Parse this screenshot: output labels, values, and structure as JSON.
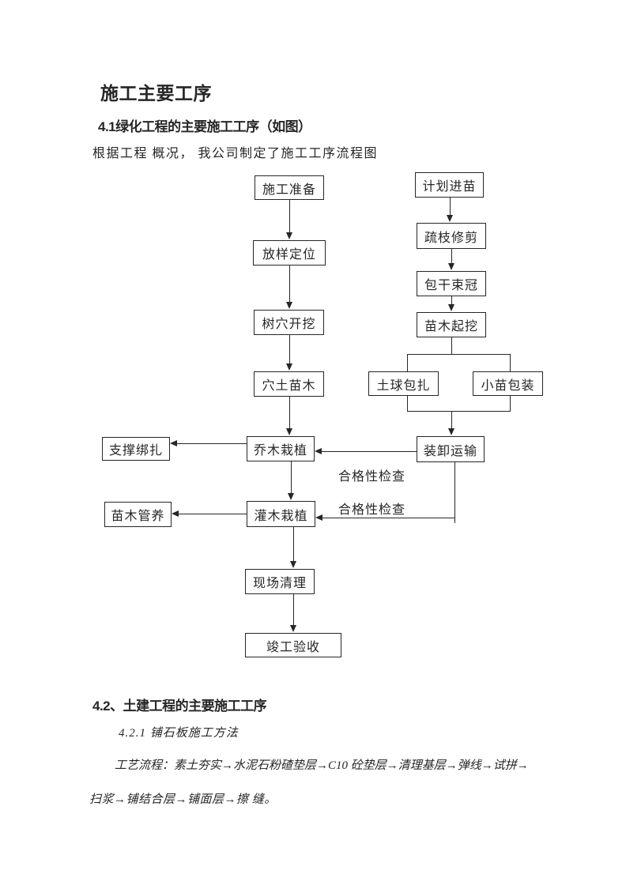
{
  "document": {
    "title": "施工主要工序",
    "section_41": {
      "heading": "4.1绿化工程的主要施工工序（如图）",
      "intro": "根据工程 概况， 我公司制定了施工工序流程图"
    },
    "section_42": {
      "heading": "4.2、土建工程的主要施工工序",
      "subheading": "4.2.1 铺石板施工方法",
      "process_line1": "工艺流程：素土夯实→水泥石粉碴垫层→C10 砼垫层→清理基层→弹线→试拼→",
      "process_line2": "扫浆→铺结合层→铺面层→擦 缝。"
    }
  },
  "flowchart": {
    "nodes": {
      "construction_prep": "施工准备",
      "layout_positioning": "放样定位",
      "tree_pit_digging": "树穴开挖",
      "pit_soil_seedling": "穴土苗木",
      "tree_planting": "乔木栽植",
      "shrub_planting": "灌木栽植",
      "site_cleanup": "现场清理",
      "completion_acceptance": "竣工验收",
      "seedling_plan": "计划进苗",
      "branch_pruning": "疏枝修剪",
      "trunk_wrap_crown": "包干束冠",
      "seedling_digging": "苗木起挖",
      "root_ball_wrapping": "土球包扎",
      "small_seedling_packing": "小苗包装",
      "loading_transport": "装卸运输",
      "support_tying": "支撑绑扎",
      "seedling_maintenance": "苗木管养"
    },
    "labels": {
      "check_1": "合格性检查",
      "check_2": "合格性检查"
    }
  },
  "colors": {
    "ink": "#262626",
    "background": "#ffffff"
  }
}
